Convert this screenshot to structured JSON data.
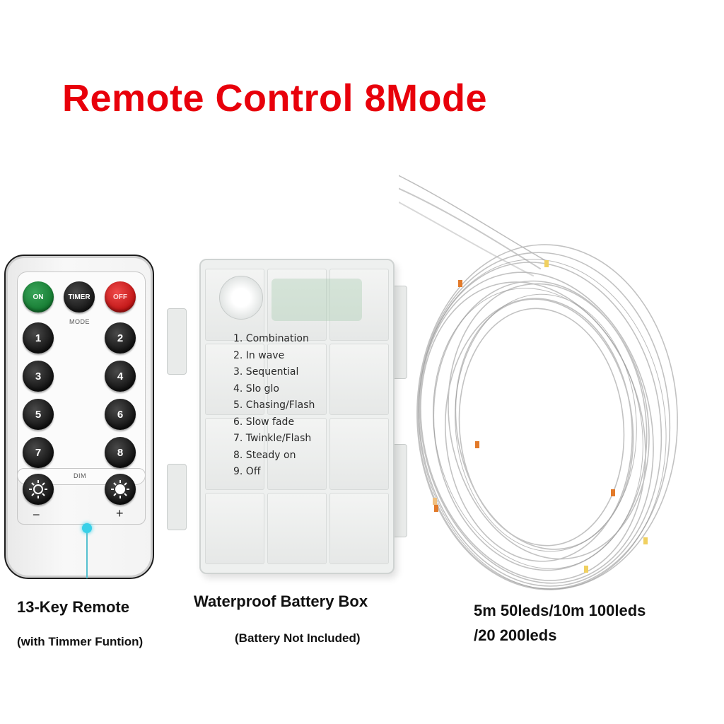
{
  "headline": "Remote Control 8Mode",
  "remote": {
    "top_keys": [
      "ON",
      "TIMER",
      "OFF"
    ],
    "mode_label": "MODE",
    "number_keys": [
      "1",
      "2",
      "3",
      "4",
      "5",
      "6",
      "7",
      "8"
    ],
    "dim_label": "DIM",
    "minus": "−",
    "plus": "+"
  },
  "battery_box": {
    "modes": [
      "1. Combination",
      "2. In wave",
      "3. Sequential",
      "4. Slo glo",
      "5. Chasing/Flash",
      "6. Slow fade",
      "7. Twinkle/Flash",
      "8. Steady on",
      "9. Off"
    ]
  },
  "captions": {
    "remote_title": "13-Key Remote",
    "remote_sub": "(with Timmer Funtion)",
    "box_title": "Waterproof Battery Box",
    "box_sub": "(Battery Not Included)",
    "lights_line1": "5m 50leds/10m 100leds",
    "lights_line2": "/20 200leds"
  },
  "colors": {
    "headline": "#e8000b",
    "on_key": "#157a31",
    "off_key": "#bf1414",
    "ir_indicator": "#38d0e8"
  },
  "icons": {
    "dim_minus": "sun-dim-icon",
    "dim_plus": "sun-bright-icon"
  }
}
